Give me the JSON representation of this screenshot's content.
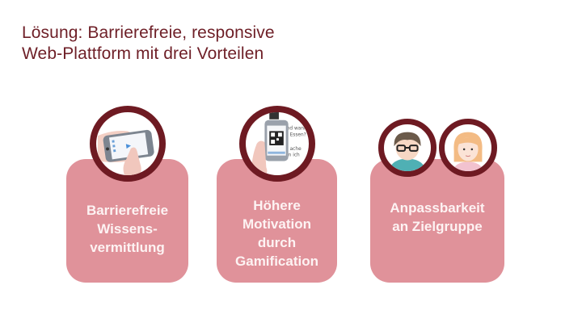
{
  "slide": {
    "title_line1": "Lösung: Barrierefreie, responsive",
    "title_line2": "Web-Plattform mit drei Vorteilen"
  },
  "colors": {
    "title": "#6e1f27",
    "card": "#e0929a",
    "ring": "#6e1a22",
    "card_text": "#fdf3f3"
  },
  "cards": [
    {
      "label": "Barrierefreie\nWissens-\nvermittlung",
      "icon": "smartphone-touch-icon"
    },
    {
      "label": "Höhere\nMotivation\ndurch\nGamification",
      "icon": "qr-code-phone-icon"
    },
    {
      "label": "Anpassbarkeit\nan Zielgruppe",
      "icons": [
        "boy-avatar-icon",
        "girl-avatar-icon"
      ]
    }
  ]
}
